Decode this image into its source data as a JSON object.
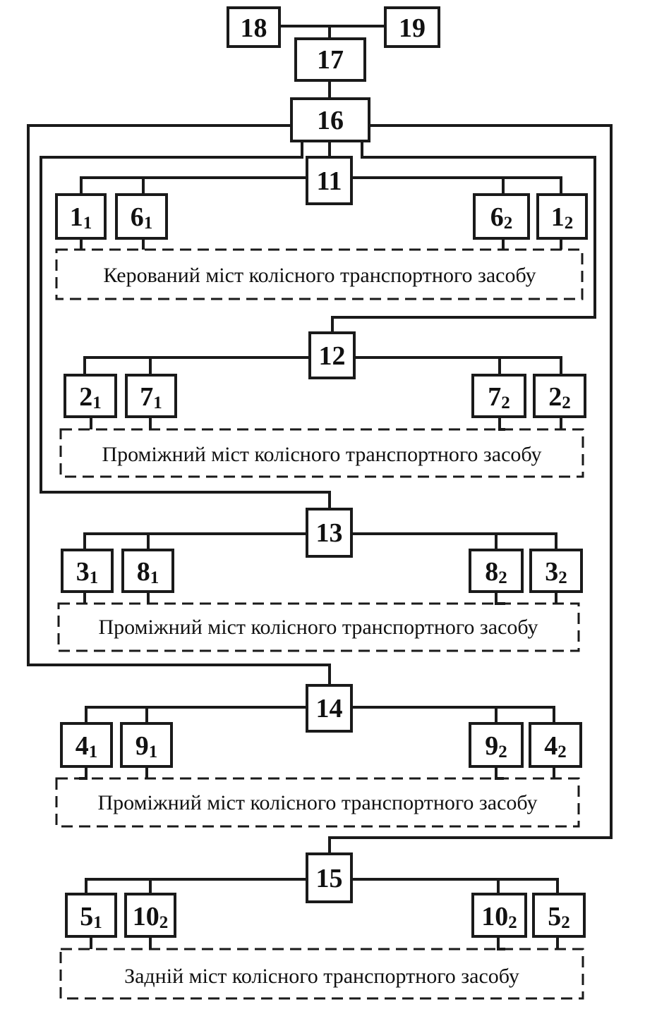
{
  "nodes": {
    "n18": {
      "main": "18"
    },
    "n19": {
      "main": "19"
    },
    "n17": {
      "main": "17"
    },
    "n16": {
      "main": "16"
    },
    "n11": {
      "main": "11"
    },
    "n12": {
      "main": "12"
    },
    "n13": {
      "main": "13"
    },
    "n14": {
      "main": "14"
    },
    "n15": {
      "main": "15"
    },
    "a1l": {
      "main": "1",
      "sub": "1"
    },
    "b1l": {
      "main": "6",
      "sub": "1"
    },
    "b1r": {
      "main": "6",
      "sub": "2"
    },
    "a1r": {
      "main": "1",
      "sub": "2"
    },
    "a2l": {
      "main": "2",
      "sub": "1"
    },
    "b2l": {
      "main": "7",
      "sub": "1"
    },
    "b2r": {
      "main": "7",
      "sub": "2"
    },
    "a2r": {
      "main": "2",
      "sub": "2"
    },
    "a3l": {
      "main": "3",
      "sub": "1"
    },
    "b3l": {
      "main": "8",
      "sub": "1"
    },
    "b3r": {
      "main": "8",
      "sub": "2"
    },
    "a3r": {
      "main": "3",
      "sub": "2"
    },
    "a4l": {
      "main": "4",
      "sub": "1"
    },
    "b4l": {
      "main": "9",
      "sub": "1"
    },
    "b4r": {
      "main": "9",
      "sub": "2"
    },
    "a4r": {
      "main": "4",
      "sub": "2"
    },
    "a5l": {
      "main": "5",
      "sub": "1"
    },
    "b5l": {
      "main": "10",
      "sub": "2"
    },
    "b5r": {
      "main": "10",
      "sub": "2"
    },
    "a5r": {
      "main": "5",
      "sub": "2"
    }
  },
  "axles": {
    "steered": "Керований міст колісного транспортного засобу",
    "intermediate1": "Проміжний міст колісного транспортного засобу",
    "intermediate2": "Проміжний міст колісного транспортного засобу",
    "intermediate3": "Проміжний міст колісного транспортного засобу",
    "rear": "Задній міст колісного транспортного засобу"
  }
}
